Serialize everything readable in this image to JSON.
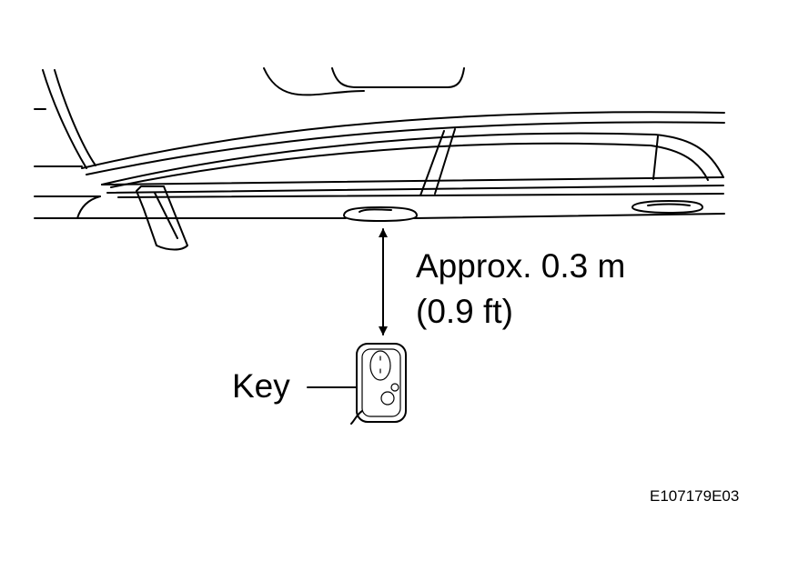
{
  "labels": {
    "distance_line1": "Approx. 0.3 m",
    "distance_line2": "(0.9 ft)",
    "key": "Key",
    "figure_id": "E107179E03"
  }
}
